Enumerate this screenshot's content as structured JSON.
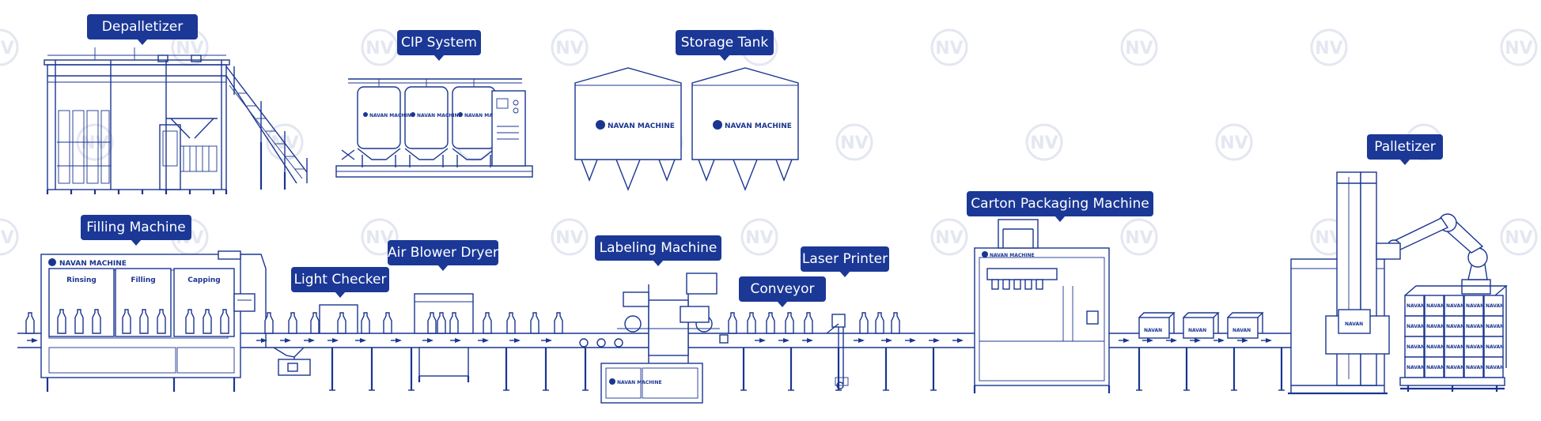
{
  "labels": {
    "depalletizer": "Depalletizer",
    "cip_system": "CIP System",
    "storage_tank": "Storage Tank",
    "palletizer": "Palletizer",
    "carton_packaging": "Carton Packaging Machine",
    "filling_machine": "Filling Machine",
    "light_checker": "Light Checker",
    "air_blower_dryer": "Air Blower Dryer",
    "labeling_machine": "Labeling Machine",
    "laser_printer": "Laser Printer",
    "conveyor": "Conveyor"
  },
  "brand": {
    "name": "NAVAN MACHINE",
    "short": "NAVAN",
    "logo": "NV",
    "watermark": "NV"
  },
  "filling_sections": [
    "Rinsing",
    "Filling",
    "Capping"
  ],
  "colors": {
    "primary": "#1b3896",
    "line": "#1a3591",
    "watermark": "#e4e7f1",
    "background": "#ffffff"
  }
}
